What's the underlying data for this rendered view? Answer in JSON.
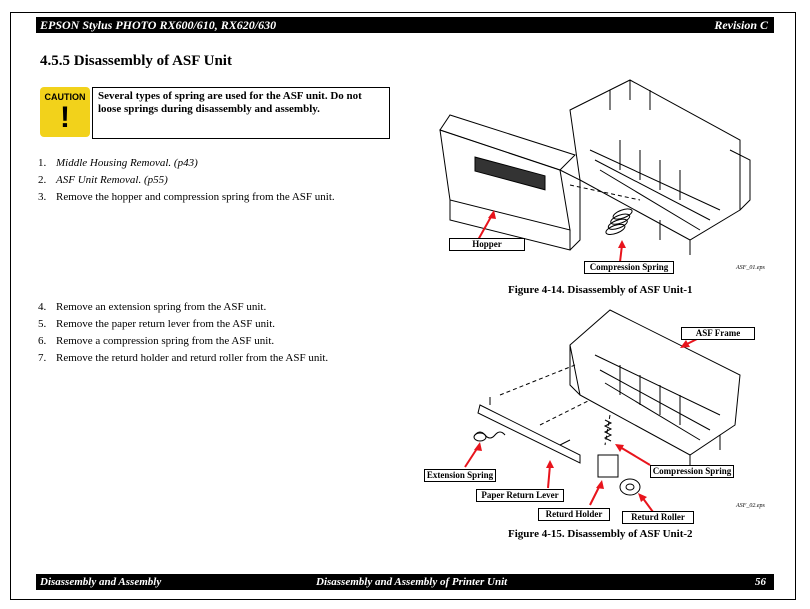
{
  "header": {
    "left": "EPSON Stylus PHOTO RX600/610, RX620/630",
    "right": "Revision C"
  },
  "section": {
    "title": "4.5.5  Disassembly of ASF Unit"
  },
  "caution": {
    "icon_label": "CAUTION",
    "text": "Several types of spring are used for the ASF unit.  Do not loose springs during disassembly and assembly."
  },
  "steps_a": [
    {
      "num": "1.",
      "text": "Middle Housing Removal. (p43)"
    },
    {
      "num": "2.",
      "text": "ASF Unit Removal. (p55)"
    },
    {
      "num": "3.",
      "text": "Remove the hopper and compression spring from the ASF unit."
    }
  ],
  "steps_b": [
    {
      "num": "4.",
      "text": "Remove an extension spring from the ASF unit."
    },
    {
      "num": "5.",
      "text": "Remove the paper return lever from the ASF unit."
    },
    {
      "num": "6.",
      "text": "Remove a compression spring from the ASF unit."
    },
    {
      "num": "7.",
      "text": "Remove the returd holder and returd roller from the ASF unit."
    }
  ],
  "figure1": {
    "callouts": {
      "hopper": "Hopper",
      "compression_spring": "Compression Spring"
    },
    "file_ref": "ASF_01.eps",
    "caption": "Figure 4-14.  Disassembly of ASF Unit-1"
  },
  "figure2": {
    "callouts": {
      "asf_frame": "ASF Frame",
      "extension_spring": "Extension Spring",
      "compression_spring": "Compression Spring",
      "paper_return_lever": "Paper Return Lever",
      "returd_holder": "Returd Holder",
      "returd_roller": "Returd Roller"
    },
    "file_ref": "ASF_02.eps",
    "caption": "Figure 4-15.  Disassembly of ASF Unit-2"
  },
  "footer": {
    "left": "Disassembly and Assembly",
    "center": "Disassembly and Assembly of Printer Unit",
    "right": "56"
  },
  "colors": {
    "caution_yellow": "#f2d21b",
    "arrow_red": "#e8141c"
  }
}
